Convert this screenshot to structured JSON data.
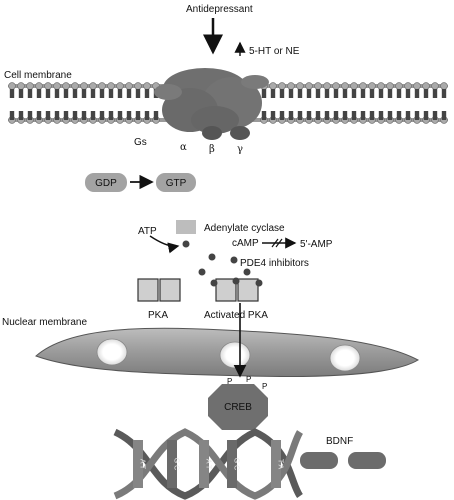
{
  "labels": {
    "antidepressant": "Antidepressant",
    "serotonin": "5-HT or NE",
    "cell_membrane": "Cell membrane",
    "gs": "Gs",
    "alpha": "α",
    "beta": "β",
    "gamma": "γ",
    "gdp": "GDP",
    "gtp": "GTP",
    "atp": "ATP",
    "adenylate_cyclase": "Adenylate cyclase",
    "camp": "cAMP",
    "amp": "5'-AMP",
    "pde4": "PDE4 inhibitors",
    "pka": "PKA",
    "activated_pka": "Activated PKA",
    "nuclear_membrane": "Nuclear membrane",
    "phospho_1": "P",
    "phospho_2": "P",
    "phospho_3": "P",
    "creb": "CREB",
    "bdnf": "BDNF"
  },
  "dna_pairs": [
    "A T",
    "G C",
    "A T",
    "G C",
    "T A"
  ],
  "colors": {
    "dark": "#555555",
    "mid": "#8c8c8c",
    "light": "#c8c8c8",
    "receptor": "#6f6f6f",
    "nucleus": "#8a8a8a"
  }
}
